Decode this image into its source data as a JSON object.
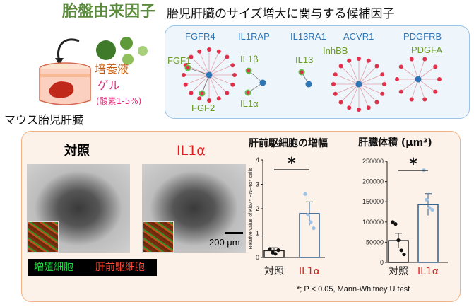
{
  "header": {
    "title_left": "胎盤由来因子",
    "title_right": "胎児肝臓のサイズ増大に関与する候補因子"
  },
  "culture": {
    "medium": "培養液",
    "gel": "ゲル",
    "oxygen": "(酸素1-5%)",
    "caption": "マウス胎児肝臓"
  },
  "factors": {
    "fgfr4": "FGFR4",
    "il1rap": "IL1RAP",
    "il13ra1": "IL13RA1",
    "acvr1": "ACVR1",
    "pdgfrb": "PDGFRB",
    "fgf1": "FGF1",
    "fgf2": "FGF2",
    "il1b": "IL1β",
    "il1a": "IL1α",
    "il13": "IL13",
    "inhbb": "InhBB",
    "pdgfa": "PDGFA"
  },
  "images": {
    "control_label": "対照",
    "il1a_label": "IL1α",
    "scale_bar": "200 μm",
    "legend_prolif": "増殖細胞",
    "legend_progen": "肝前駆細胞"
  },
  "footnote": "*; P < 0.05, Mann-Whitney U test",
  "colors": {
    "control": "#222222",
    "il1a": "#2e5f8f",
    "accent_red": "#e02020",
    "green": "#5a8a3c",
    "blue": "#2e75b6"
  },
  "chart_data": [
    {
      "type": "bar",
      "title": "肝前駆細胞の増幅",
      "ylabel": "Relative value of Ki67⁺ HNF4α⁺ cells",
      "categories": [
        "対照",
        "IL1α"
      ],
      "values": [
        0.28,
        1.8
      ],
      "errors": [
        0.12,
        0.48
      ],
      "ylim": [
        0,
        4
      ],
      "yticks": [
        "0",
        "1",
        "2",
        "3",
        "4"
      ],
      "points": [
        [
          0.35,
          0.2,
          0.15,
          0.3
        ],
        [
          2.6,
          1.75,
          1.45,
          1.2
        ]
      ],
      "significance": "*"
    },
    {
      "type": "bar",
      "title": "肝臓体積 (μm³)",
      "categories": [
        "対照",
        "IL1α"
      ],
      "values": [
        54000,
        143000
      ],
      "errors": [
        18000,
        27000
      ],
      "ylim": [
        0,
        250000
      ],
      "yticks": [
        "0",
        "50000",
        "100000",
        "150000",
        "200000",
        "250000"
      ],
      "points": [
        [
          100000,
          95000,
          55000,
          30000,
          20000
        ],
        [
          228000,
          155000,
          135000,
          130000
        ]
      ],
      "significance": "*"
    }
  ]
}
